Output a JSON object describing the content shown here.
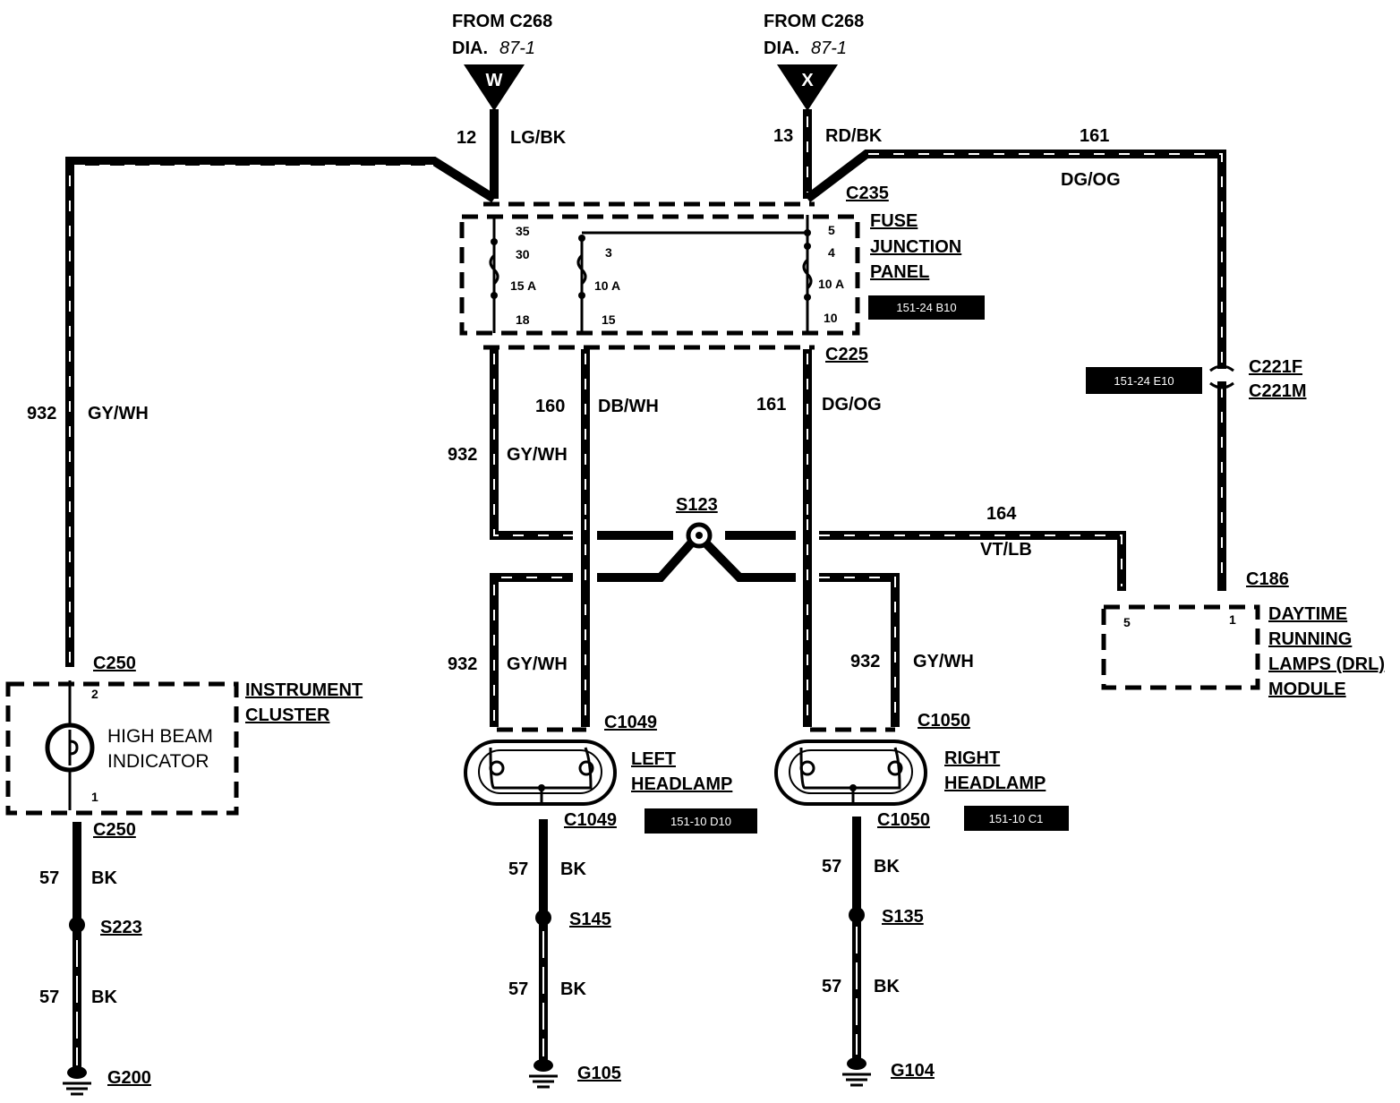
{
  "sources": [
    {
      "from": "FROM C268",
      "dia": "DIA.",
      "page": "87-1",
      "letter": "W"
    },
    {
      "from": "FROM C268",
      "dia": "DIA.",
      "page": "87-1",
      "letter": "X"
    }
  ],
  "wires": {
    "w12_num": "12",
    "w12_color": "LG/BK",
    "w13_num": "13",
    "w13_color": "RD/BK",
    "w161_top_num": "161",
    "w161_top_color": "DG/OG",
    "w932_left_num": "932",
    "w932_left_color": "GY/WH",
    "w932_mid_num": "932",
    "w932_mid_color": "GY/WH",
    "w160_num": "160",
    "w160_color": "DB/WH",
    "w161_mid_num": "161",
    "w161_mid_color": "DG/OG",
    "w164_num": "164",
    "w164_color": "VT/LB",
    "w932_ll_num": "932",
    "w932_ll_color": "GY/WH",
    "w932_rl_num": "932",
    "w932_rl_color": "GY/WH"
  },
  "connectors": {
    "c235": "C235",
    "c225": "C225",
    "c221f": "C221F",
    "c221m": "C221M",
    "c186": "C186",
    "c250_top": "C250",
    "c250_bot": "C250",
    "c1049_top": "C1049",
    "c1049_bot": "C1049",
    "c1050_top": "C1050",
    "c1050_bot": "C1050"
  },
  "fuse_panel": {
    "line1": "FUSE",
    "line2": "JUNCTION",
    "line3": "PANEL",
    "ref": "151-24 B10",
    "f1_pin_top": "35",
    "f1_pin_mid": "30",
    "f1_rating": "15 A",
    "f1_pin_bot": "18",
    "f2_pin_top": "3",
    "f2_rating": "10 A",
    "f2_pin_bot": "15",
    "f3_pin_top": "5",
    "f3_pin_mid": "4",
    "f3_rating": "10 A",
    "f3_pin_bot": "10"
  },
  "ref_c221": "151-24 E10",
  "drl": {
    "line1": "DAYTIME",
    "line2": "RUNNING",
    "line3": "LAMPS (DRL)",
    "line4": "MODULE",
    "pin_left": "5",
    "pin_right": "1"
  },
  "cluster": {
    "line1": "INSTRUMENT",
    "line2": "CLUSTER",
    "indicator1": "HIGH BEAM",
    "indicator2": "INDICATOR",
    "pin_top": "2",
    "pin_bot": "1"
  },
  "splice_s123": "S123",
  "left_lamp": {
    "line1": "LEFT",
    "line2": "HEADLAMP",
    "ref": "151-10 D10"
  },
  "right_lamp": {
    "line1": "RIGHT",
    "line2": "HEADLAMP",
    "ref": "151-10 C1"
  },
  "grounds": {
    "left": {
      "w57a": "57",
      "bka": "BK",
      "splice": "S223",
      "w57b": "57",
      "bkb": "BK",
      "ground": "G200"
    },
    "mid": {
      "w57a": "57",
      "bka": "BK",
      "splice": "S145",
      "w57b": "57",
      "bkb": "BK",
      "ground": "G105"
    },
    "right": {
      "w57a": "57",
      "bka": "BK",
      "splice": "S135",
      "w57b": "57",
      "bkb": "BK",
      "ground": "G104"
    }
  }
}
